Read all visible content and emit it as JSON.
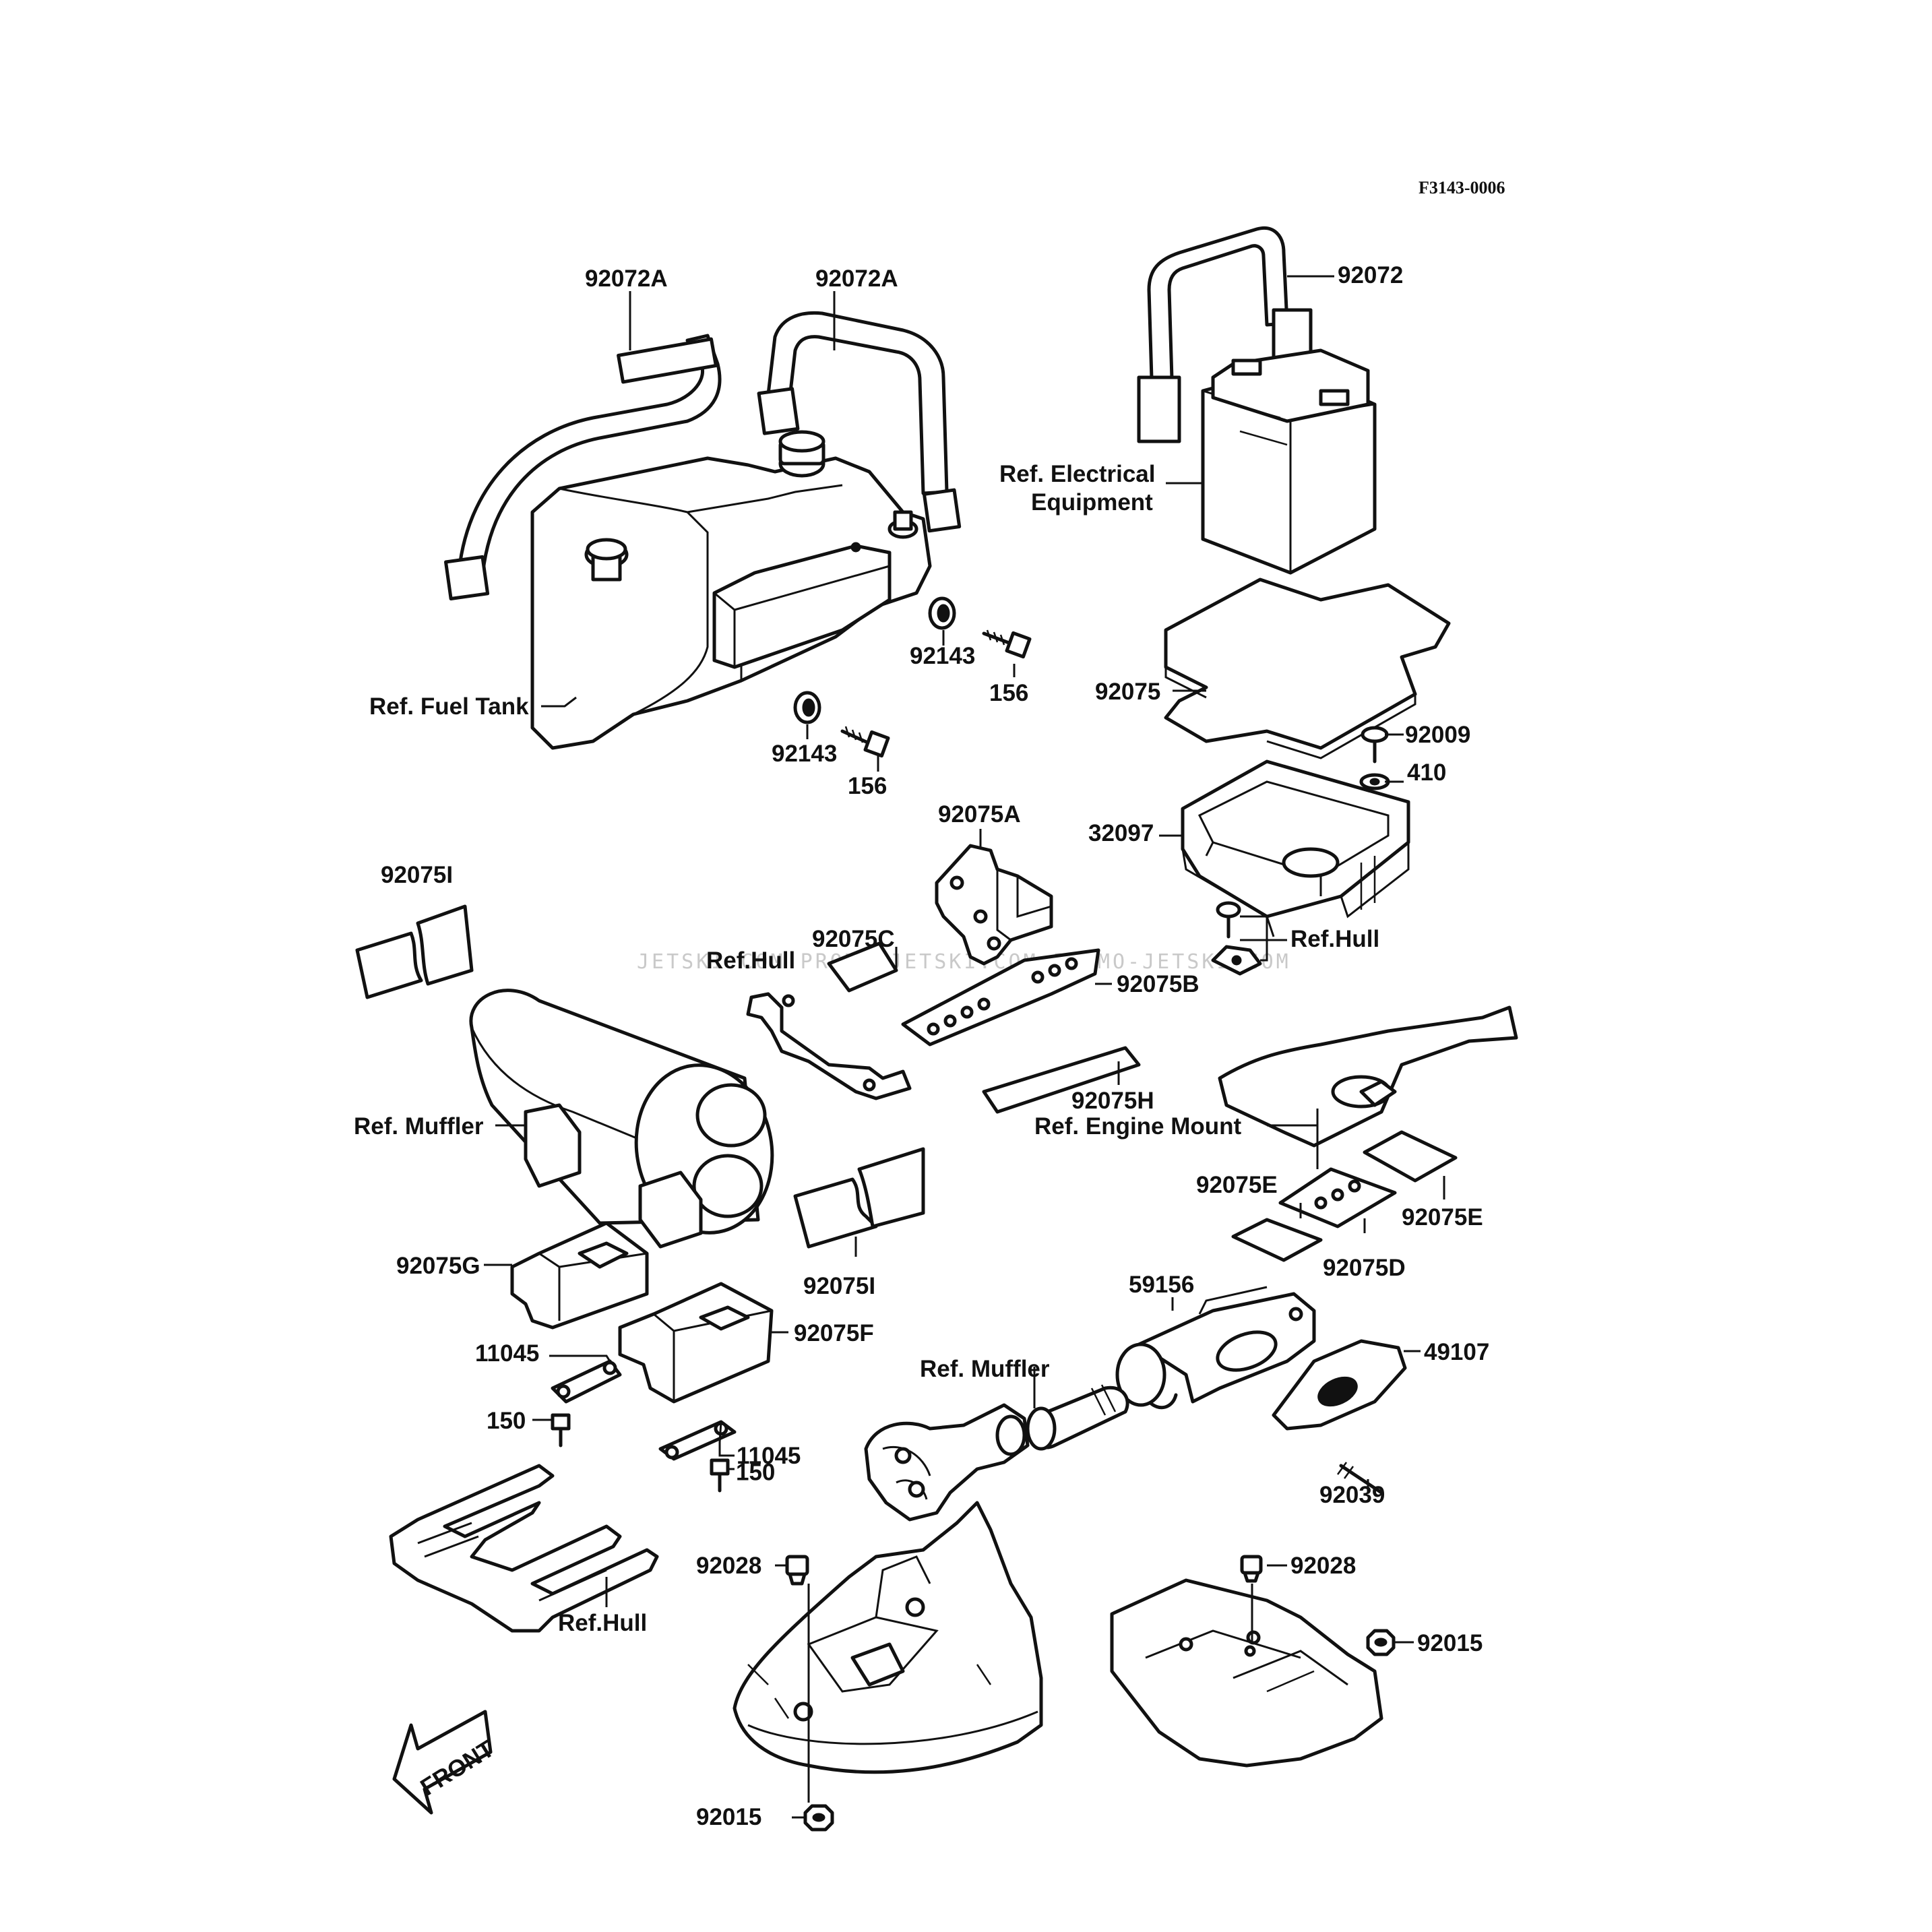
{
  "diagram_code": "F3143-0006",
  "watermark": "JETSKI.COM PROMO-JETSKI.COM PROMO-JETSKI.COM",
  "front_marker": "FRONT",
  "labels": {
    "strap_left": "92072A",
    "strap_right": "92072A",
    "battery_strap": "92072",
    "ref_electrical_1": "Ref. Electrical",
    "ref_electrical_2": "Equipment",
    "ref_fuel_tank": "Ref. Fuel Tank",
    "grommet_upper": "92143",
    "bolt_upper": "156",
    "grommet_lower": "92143",
    "bolt_lower": "156",
    "battery_pad": "92075",
    "screw": "92009",
    "washer": "410",
    "battery_case": "32097",
    "pad_92075A": "92075A",
    "ref_hull_battery": "Ref.Hull",
    "pad_92075I_top": "92075I",
    "pad_92075C": "92075C",
    "ref_hull_bracket": "Ref.Hull",
    "pad_92075B": "92075B",
    "pad_92075H": "92075H",
    "ref_engine_mount": "Ref. Engine Mount",
    "ref_muffler_upper": "Ref. Muffler",
    "pad_92075E_left": "92075E",
    "pad_92075E_right": "92075E",
    "pad_92075D": "92075D",
    "pad_92075G": "92075G",
    "pad_92075I_bottom": "92075I",
    "pipe_59156": "59156",
    "outlet_49107": "49107",
    "pad_92075F": "92075F",
    "bracket_11045_a": "11045",
    "ref_muffler_lower": "Ref. Muffler",
    "bolt_150_a": "150",
    "bracket_11045_b": "11045",
    "bolt_150_b": "150",
    "rivet_92039": "92039",
    "ref_hull_tray": "Ref.Hull",
    "cap_92028_left": "92028",
    "cap_92028_right": "92028",
    "nut_92015_right": "92015",
    "nut_92015_bottom": "92015"
  }
}
